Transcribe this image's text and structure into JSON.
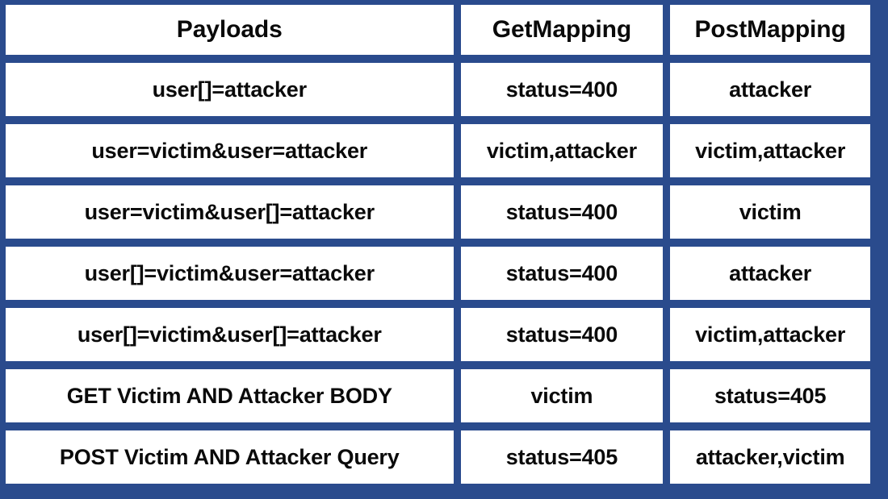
{
  "table": {
    "columns": [
      {
        "key": "payloads",
        "label": "Payloads"
      },
      {
        "key": "getmapping",
        "label": "GetMapping"
      },
      {
        "key": "postmapping",
        "label": "PostMapping"
      }
    ],
    "rows": [
      {
        "payloads": "user[]=attacker",
        "getmapping": "status=400",
        "postmapping": "attacker"
      },
      {
        "payloads": "user=victim&user=attacker",
        "getmapping": "victim,attacker",
        "postmapping": "victim,attacker"
      },
      {
        "payloads": "user=victim&user[]=attacker",
        "getmapping": "status=400",
        "postmapping": "victim"
      },
      {
        "payloads": "user[]=victim&user=attacker",
        "getmapping": "status=400",
        "postmapping": "attacker"
      },
      {
        "payloads": "user[]=victim&user[]=attacker",
        "getmapping": "status=400",
        "postmapping": "victim,attacker"
      },
      {
        "payloads": "GET Victim AND Attacker BODY",
        "getmapping": "victim",
        "postmapping": "status=405"
      },
      {
        "payloads": "POST Victim AND Attacker Query",
        "getmapping": "status=405",
        "postmapping": "attacker,victim"
      }
    ]
  },
  "colors": {
    "grid_blue": "#2A4B8D",
    "cell_background": "#FFFFFF",
    "text": "#0A0A0A"
  }
}
